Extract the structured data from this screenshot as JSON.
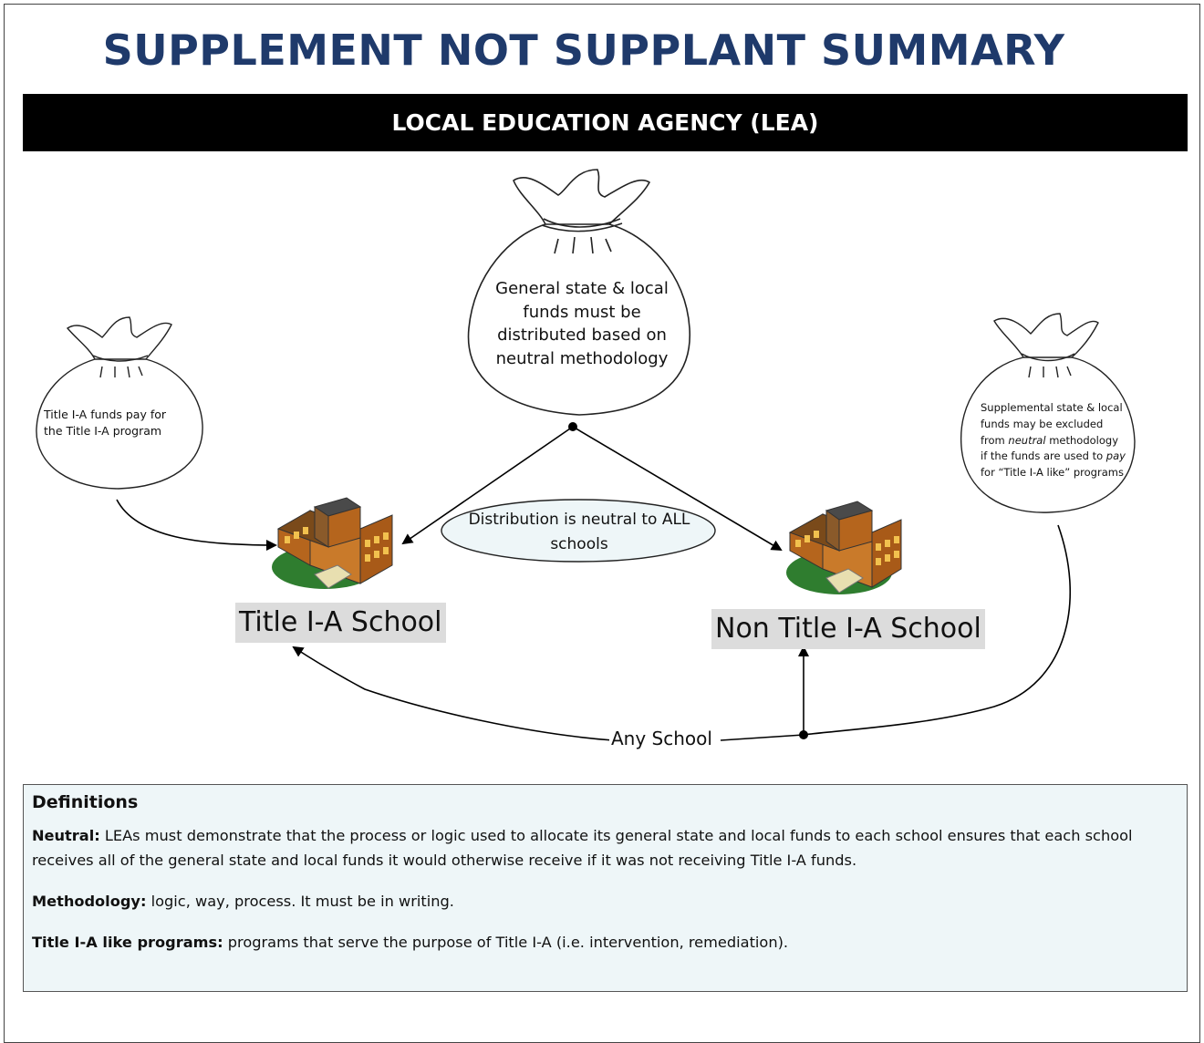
{
  "title": "SUPPLEMENT NOT SUPPLANT SUMMARY",
  "lea_bar": "LOCAL EDUCATION AGENCY (LEA)",
  "bags": {
    "center": "General state & local funds must be distributed based on neutral methodology",
    "left": "Title I-A funds pay for the Title I-A program",
    "right": {
      "part1": "Supplemental state & local funds may be excluded from ",
      "em1": "neutral",
      "part2": " methodology if the funds are used to ",
      "em2": "pay",
      "part3": " for “Title I-A like” programs"
    }
  },
  "schools": {
    "left_label": "Title I-A School",
    "right_label": "Non Title I-A School"
  },
  "neutral_note": "Distribution is neutral to ALL schools",
  "any_school": "Any School",
  "definitions": {
    "heading": "Definitions",
    "items": [
      {
        "term": "Neutral:",
        "text": " LEAs must demonstrate that the process or logic used to allocate its general state and local funds to each school ensures that each school receives all of the general state and local funds it would otherwise receive if it was not receiving Title I-A funds."
      },
      {
        "term": "Methodology:",
        "text": " logic, way, process. It must be in writing."
      },
      {
        "term": "Title I-A like programs:",
        "text": " programs that serve the purpose of Title I-A (i.e. intervention, remediation)."
      }
    ]
  }
}
